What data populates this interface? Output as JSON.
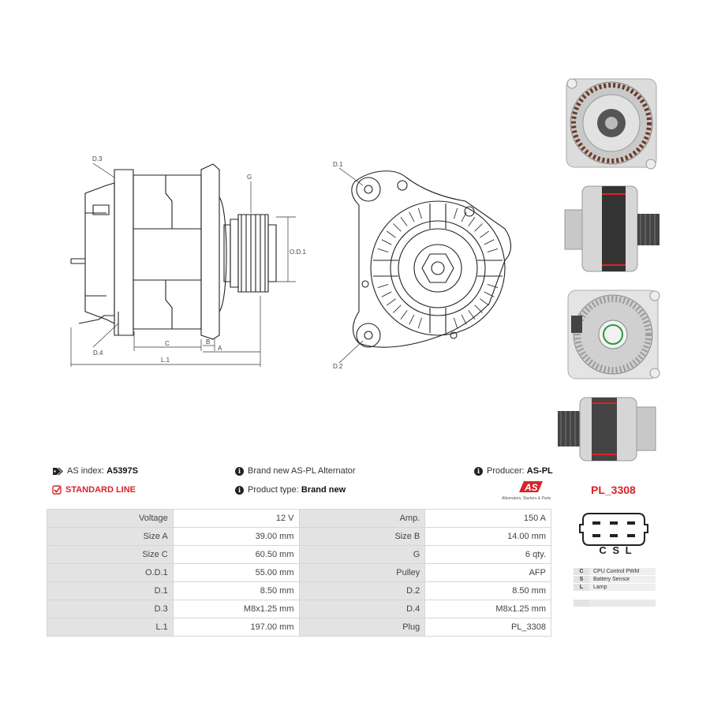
{
  "drawing": {
    "side_labels": {
      "d3": "D.3",
      "g": "G",
      "od1": "O.D.1",
      "d4": "D.4",
      "c": "C",
      "b": "B",
      "a": "A",
      "l1": "L.1"
    },
    "front_labels": {
      "d1": "D.1",
      "d2": "D.2"
    }
  },
  "photos": [
    "alternator-front-view",
    "alternator-side-view",
    "alternator-rear-view",
    "alternator-side-view-2"
  ],
  "info": {
    "as_index_label": "AS index:",
    "as_index_value": "A5397S",
    "standard_line": "STANDARD LINE",
    "brand_new": "Brand new AS-PL Alternator",
    "product_type_label": "Product type:",
    "product_type_value": "Brand new",
    "producer_label": "Producer:",
    "producer_value": "AS-PL",
    "logo_text": "AS",
    "logo_tagline": "Alternators, Starters & Parts"
  },
  "specs": [
    [
      "Voltage",
      "12 V",
      "Amp.",
      "150 A"
    ],
    [
      "Size A",
      "39.00 mm",
      "Size B",
      "14.00 mm"
    ],
    [
      "Size C",
      "60.50 mm",
      "G",
      "6 qty."
    ],
    [
      "O.D.1",
      "55.00 mm",
      "Pulley",
      "AFP"
    ],
    [
      "D.1",
      "8.50 mm",
      "D.2",
      "8.50 mm"
    ],
    [
      "D.3",
      "M8x1.25 mm",
      "D.4",
      "M8x1.25 mm"
    ],
    [
      "L.1",
      "197.00 mm",
      "Plug",
      "PL_3308"
    ]
  ],
  "plug": {
    "code": "PL_3308",
    "pins_label": "C S L",
    "legend": [
      {
        "key": "C",
        "desc": "CPU Control PWM"
      },
      {
        "key": "S",
        "desc": "Battery Sensor"
      },
      {
        "key": "L",
        "desc": "Lamp"
      }
    ]
  },
  "colors": {
    "accent_red": "#d9232a",
    "table_label_bg": "#e3e3e3"
  }
}
